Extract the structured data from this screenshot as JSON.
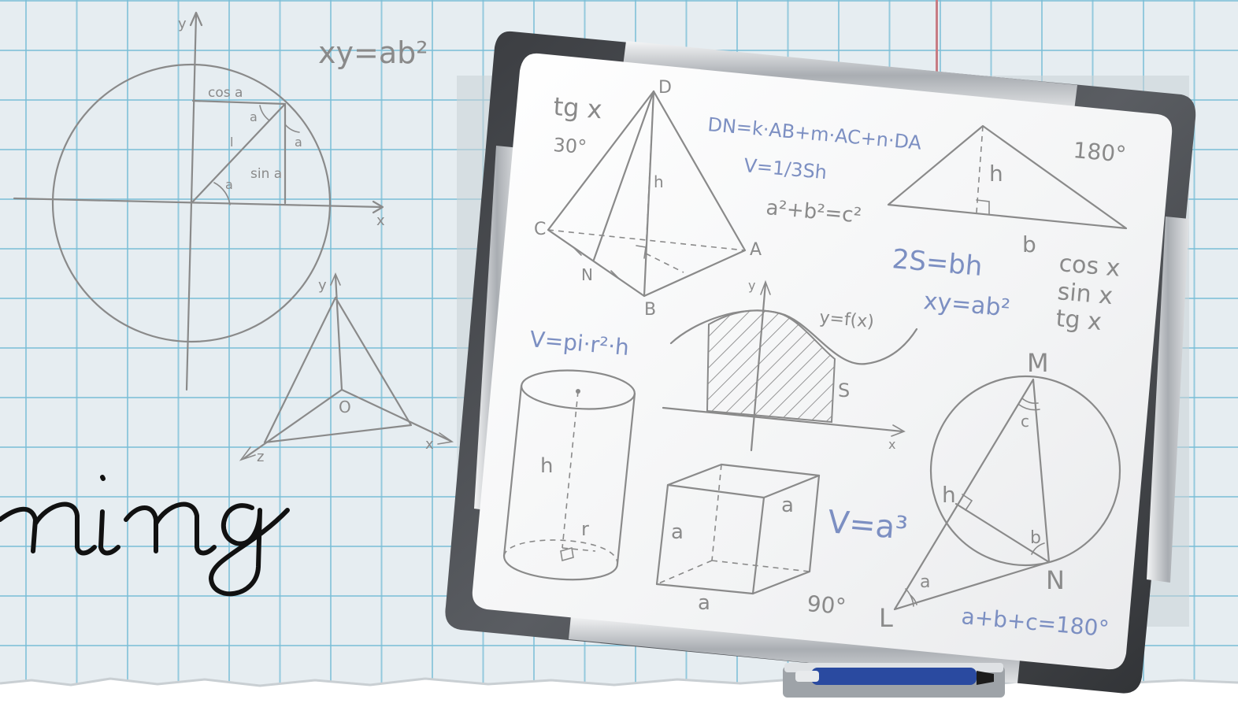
{
  "background": {
    "paper_color": "#e6edf1",
    "grid_color": "#78bed7",
    "ink_color": "#8a8a8a",
    "formula_blue": "#7c8fc2"
  },
  "paper_sketch": {
    "formula": "xy=ab²",
    "axis_y": "y",
    "axis_x": "x",
    "cos_label": "cos a",
    "sin_label": "sin a",
    "angle_label": "a",
    "radius_label": "l",
    "axis3d_y": "y",
    "axis3d_x": "x",
    "axis3d_z": "z",
    "origin": "O",
    "script_word": "ning"
  },
  "whiteboard": {
    "top_left_func": "tg x",
    "angle_30": "30°",
    "vector_formula": "DN=k·AB+m·AC+n·DA",
    "pyramid_volume": "V=1/3Sh",
    "pythagoras": "a²+b²=c²",
    "angle_180": "180°",
    "triangle_height": "h",
    "triangle_base": "b",
    "area_formula": "2S=bh",
    "power_formula": "xy=ab²",
    "trig_list": [
      "cos x",
      "sin x",
      "tg x"
    ],
    "pyramid_vertices": [
      "D",
      "C",
      "A",
      "B",
      "N"
    ],
    "pyramid_height": "h",
    "graph_y": "y",
    "graph_x": "x",
    "graph_func": "y=f(x)",
    "graph_area": "S",
    "cylinder_formula": "V=pi·r²·h",
    "cylinder_height": "h",
    "cylinder_radius": "r",
    "cube_edge": "a",
    "cube_formula": "V=a³",
    "angle_90": "90°",
    "circle_top": "M",
    "circle_right": "N",
    "circle_left": "L",
    "circle_c": "c",
    "circle_h": "h",
    "circle_b": "b",
    "circle_a": "a",
    "angle_sum": "a+b+c=180°"
  }
}
